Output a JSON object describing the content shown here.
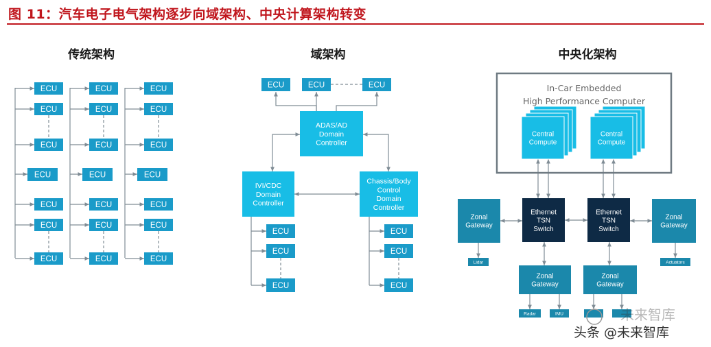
{
  "figure": {
    "title": "图 11：汽车电子电气架构逐步向域架构、中央计算架构转变"
  },
  "sections": {
    "traditional": "传统架构",
    "domain": "域架构",
    "central": "中央化架构"
  },
  "labels": {
    "ecu": "ECU",
    "adas": [
      "ADAS/AD",
      "Domain",
      "Controller"
    ],
    "ivi": [
      "IVI/CDC",
      "Domain",
      "Controller"
    ],
    "chassis": [
      "Chassis/Body",
      "Control",
      "Domain",
      "Controller"
    ],
    "hpc": [
      "In-Car Embedded",
      "High Performance Computer"
    ],
    "central_compute": [
      "Central",
      "Compute"
    ],
    "switch": [
      "Ethernet",
      "TSN",
      "Switch"
    ],
    "zonal": [
      "Zonal",
      "Gateway"
    ],
    "lidar": "Lidar",
    "actuators": "Actuators",
    "radar": "Radar",
    "imu": "IMU"
  },
  "watermark": {
    "text": "头条 @未来智库",
    "logo_text": "未来智库"
  },
  "colors": {
    "title_red": "#c0161d",
    "ecu_blue": "#1a9bc9",
    "controller_cyan": "#18bde6",
    "zonal_teal": "#1b88ab",
    "switch_navy": "#0e2a45",
    "line_gray": "#7f8c95"
  }
}
